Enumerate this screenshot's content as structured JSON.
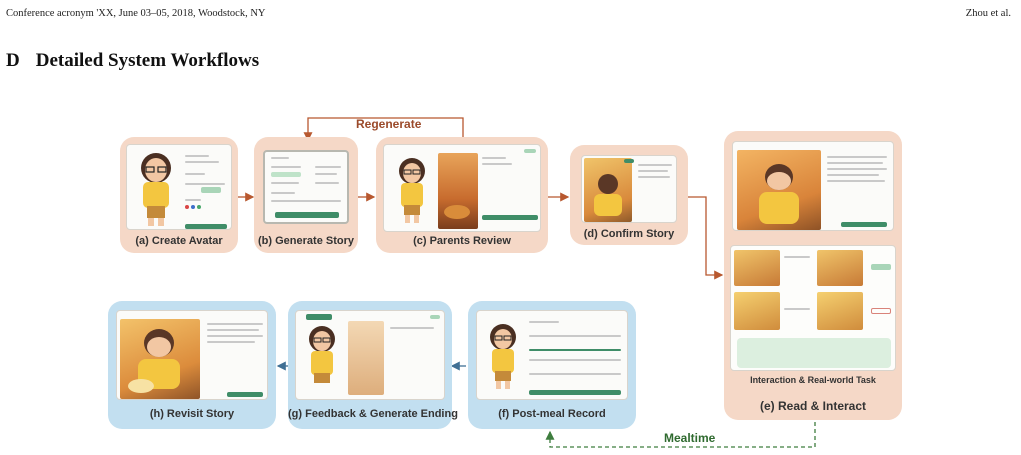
{
  "header": {
    "left": "Conference acronym 'XX, June 03–05, 2018, Woodstock, NY",
    "right": "Zhou et al."
  },
  "section": {
    "number": "D",
    "title": "Detailed System Workflows"
  },
  "panels": {
    "a": "(a) Create Avatar",
    "b": "(b) Generate Story",
    "c": "(c) Parents Review",
    "d": "(d) Confirm Story",
    "e": "(e) Read & Interact",
    "e_sub": "Interaction & Real-world Task",
    "f": "(f) Post-meal Record",
    "g": "(g) Feedback & Generate Ending",
    "h": "(h) Revisit Story"
  },
  "arrows": {
    "regenerate": "Regenerate",
    "mealtime": "Mealtime"
  },
  "colors": {
    "peach_panel": "#f5d8c7",
    "blue_panel": "#c2dff0",
    "arrow_orange": "#b8582f",
    "arrow_blue": "#3f6f94",
    "arrow_green": "#3e7d3e",
    "button_green": "#3f8d68"
  }
}
